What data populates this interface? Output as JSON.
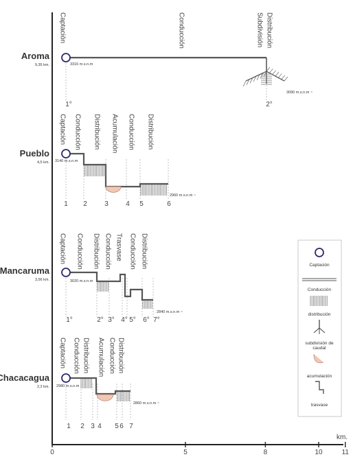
{
  "axis": {
    "unit": "km.",
    "ticks": [
      {
        "value": 0,
        "label": "0"
      },
      {
        "value": 5,
        "label": "5"
      },
      {
        "value": 8,
        "label": "8"
      },
      {
        "value": 10,
        "label": "10"
      },
      {
        "value": 11,
        "label": "11"
      }
    ]
  },
  "systems": [
    {
      "name": "Aroma",
      "length": "9,35 km.",
      "start_alt": "3316 m.s.n.m",
      "end_alt": "3090 m.s.n.m ~",
      "column_labels": [
        "Captación",
        "Conducción",
        "Subdivisión",
        "Distribución"
      ],
      "stage_numbers": [
        "1°",
        "2°"
      ]
    },
    {
      "name": "Pueblo",
      "length": "4,5 km.",
      "start_alt": "3140 m.s.n.m",
      "end_alt": "2960 m.s.n.m ~",
      "column_labels": [
        "Captación",
        "Conducción",
        "Distribución",
        "Acumulación",
        "Conducción",
        "Distribución"
      ],
      "stage_numbers": [
        "1",
        "2",
        "3",
        "4",
        "5",
        "6"
      ]
    },
    {
      "name": "Mancaruma",
      "length": "3,56 km.",
      "start_alt": "3020 m.s.n.m",
      "end_alt": "2840 m.s.n.m ~",
      "column_labels": [
        "Captación",
        "Conducción",
        "Distribución",
        "Conducción",
        "Trasvase",
        "Conducción",
        "Distribución"
      ],
      "stage_numbers": [
        "1°",
        "2°",
        "3°",
        "4°",
        "5°",
        "6°",
        "7°"
      ]
    },
    {
      "name": "Chacacagua",
      "length": "2,2 km.",
      "start_alt": "2980 m.s.n.m",
      "end_alt": "2860 m.s.n.m ~",
      "column_labels": [
        "Captación",
        "Conducción",
        "Distribución",
        "Acumulación",
        "Conducción",
        "Distribución"
      ],
      "stage_numbers": [
        "1",
        "2",
        "3",
        "4",
        "5",
        "6",
        "7"
      ]
    }
  ],
  "legend": {
    "items": [
      {
        "icon": "captacion-icon",
        "label": "Captación"
      },
      {
        "icon": "conduccion-icon",
        "label": "Conducción"
      },
      {
        "icon": "distribucion-icon",
        "label": "distribución"
      },
      {
        "icon": "subdivision-icon",
        "label": "subdivisión de caudal"
      },
      {
        "icon": "acumulacion-icon",
        "label": "acumulación"
      },
      {
        "icon": "trasvase-icon",
        "label": "trasvase"
      }
    ]
  },
  "colors": {
    "circle": "#2b2a6e",
    "accumulation": "#f2c7b4",
    "line": "#555555",
    "axis": "#222222"
  }
}
